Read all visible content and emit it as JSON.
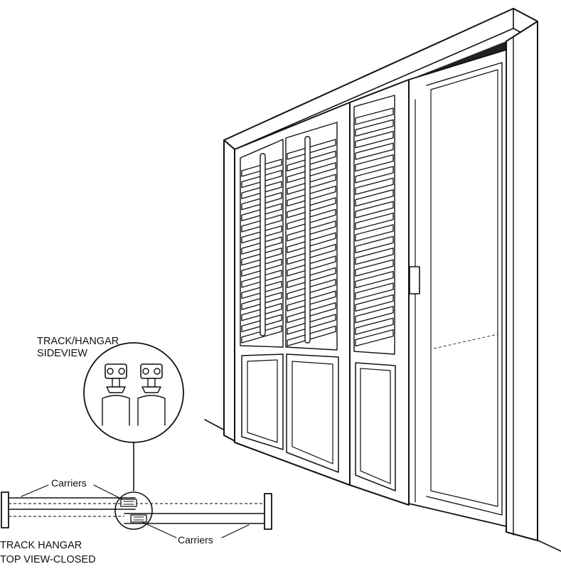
{
  "labels": {
    "sideview_line1": "TRACK/HANGAR",
    "sideview_line2": "SIDEVIEW",
    "carriers_top": "Carriers",
    "carriers_bottom": "Carriers",
    "topview_line1": "TRACK HANGAR",
    "topview_line2": "TOP VIEW-CLOSED"
  },
  "colors": {
    "ink": "#111111",
    "paper": "#ffffff",
    "shade": "#333333"
  }
}
